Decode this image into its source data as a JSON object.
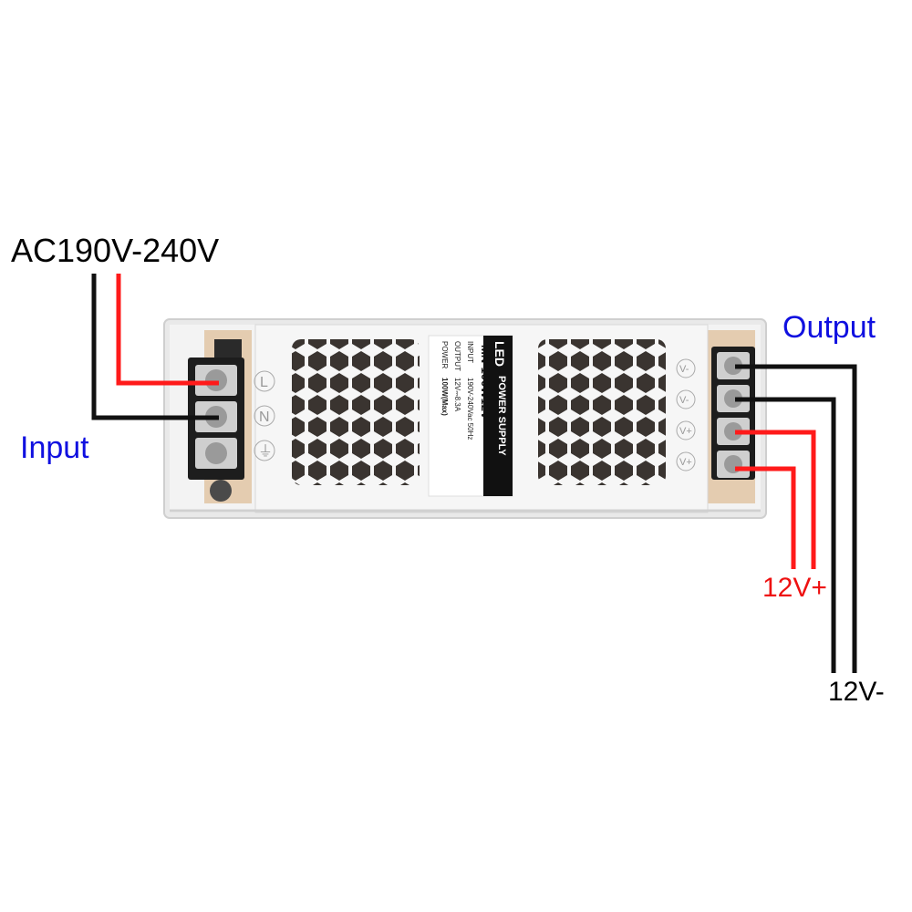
{
  "diagram": {
    "input_voltage_label": "AC190V-240V",
    "input_label": "Input",
    "output_label": "Output",
    "positive_label": "12V+",
    "negative_label": "12V-"
  },
  "label_sticker": {
    "brand": "LED",
    "product_type": "POWER SUPPLY",
    "model": "MN-100W12V",
    "rows": [
      {
        "name": "INPUT",
        "value": "190V-240Vac 50Hz"
      },
      {
        "name": "OUTPUT",
        "value": "12V⎓8.3A"
      },
      {
        "name": "POWER",
        "value": "100W(Max)"
      }
    ]
  },
  "terminals": {
    "input": [
      "L",
      "N",
      "⏚"
    ],
    "output": [
      "V-",
      "V-",
      "V+",
      "V+"
    ]
  },
  "colors": {
    "wire_red": "#ff1a1a",
    "wire_black": "#111111",
    "label_blue": "#1010e0",
    "label_red": "#ee1111",
    "case": "#eeeeee"
  }
}
